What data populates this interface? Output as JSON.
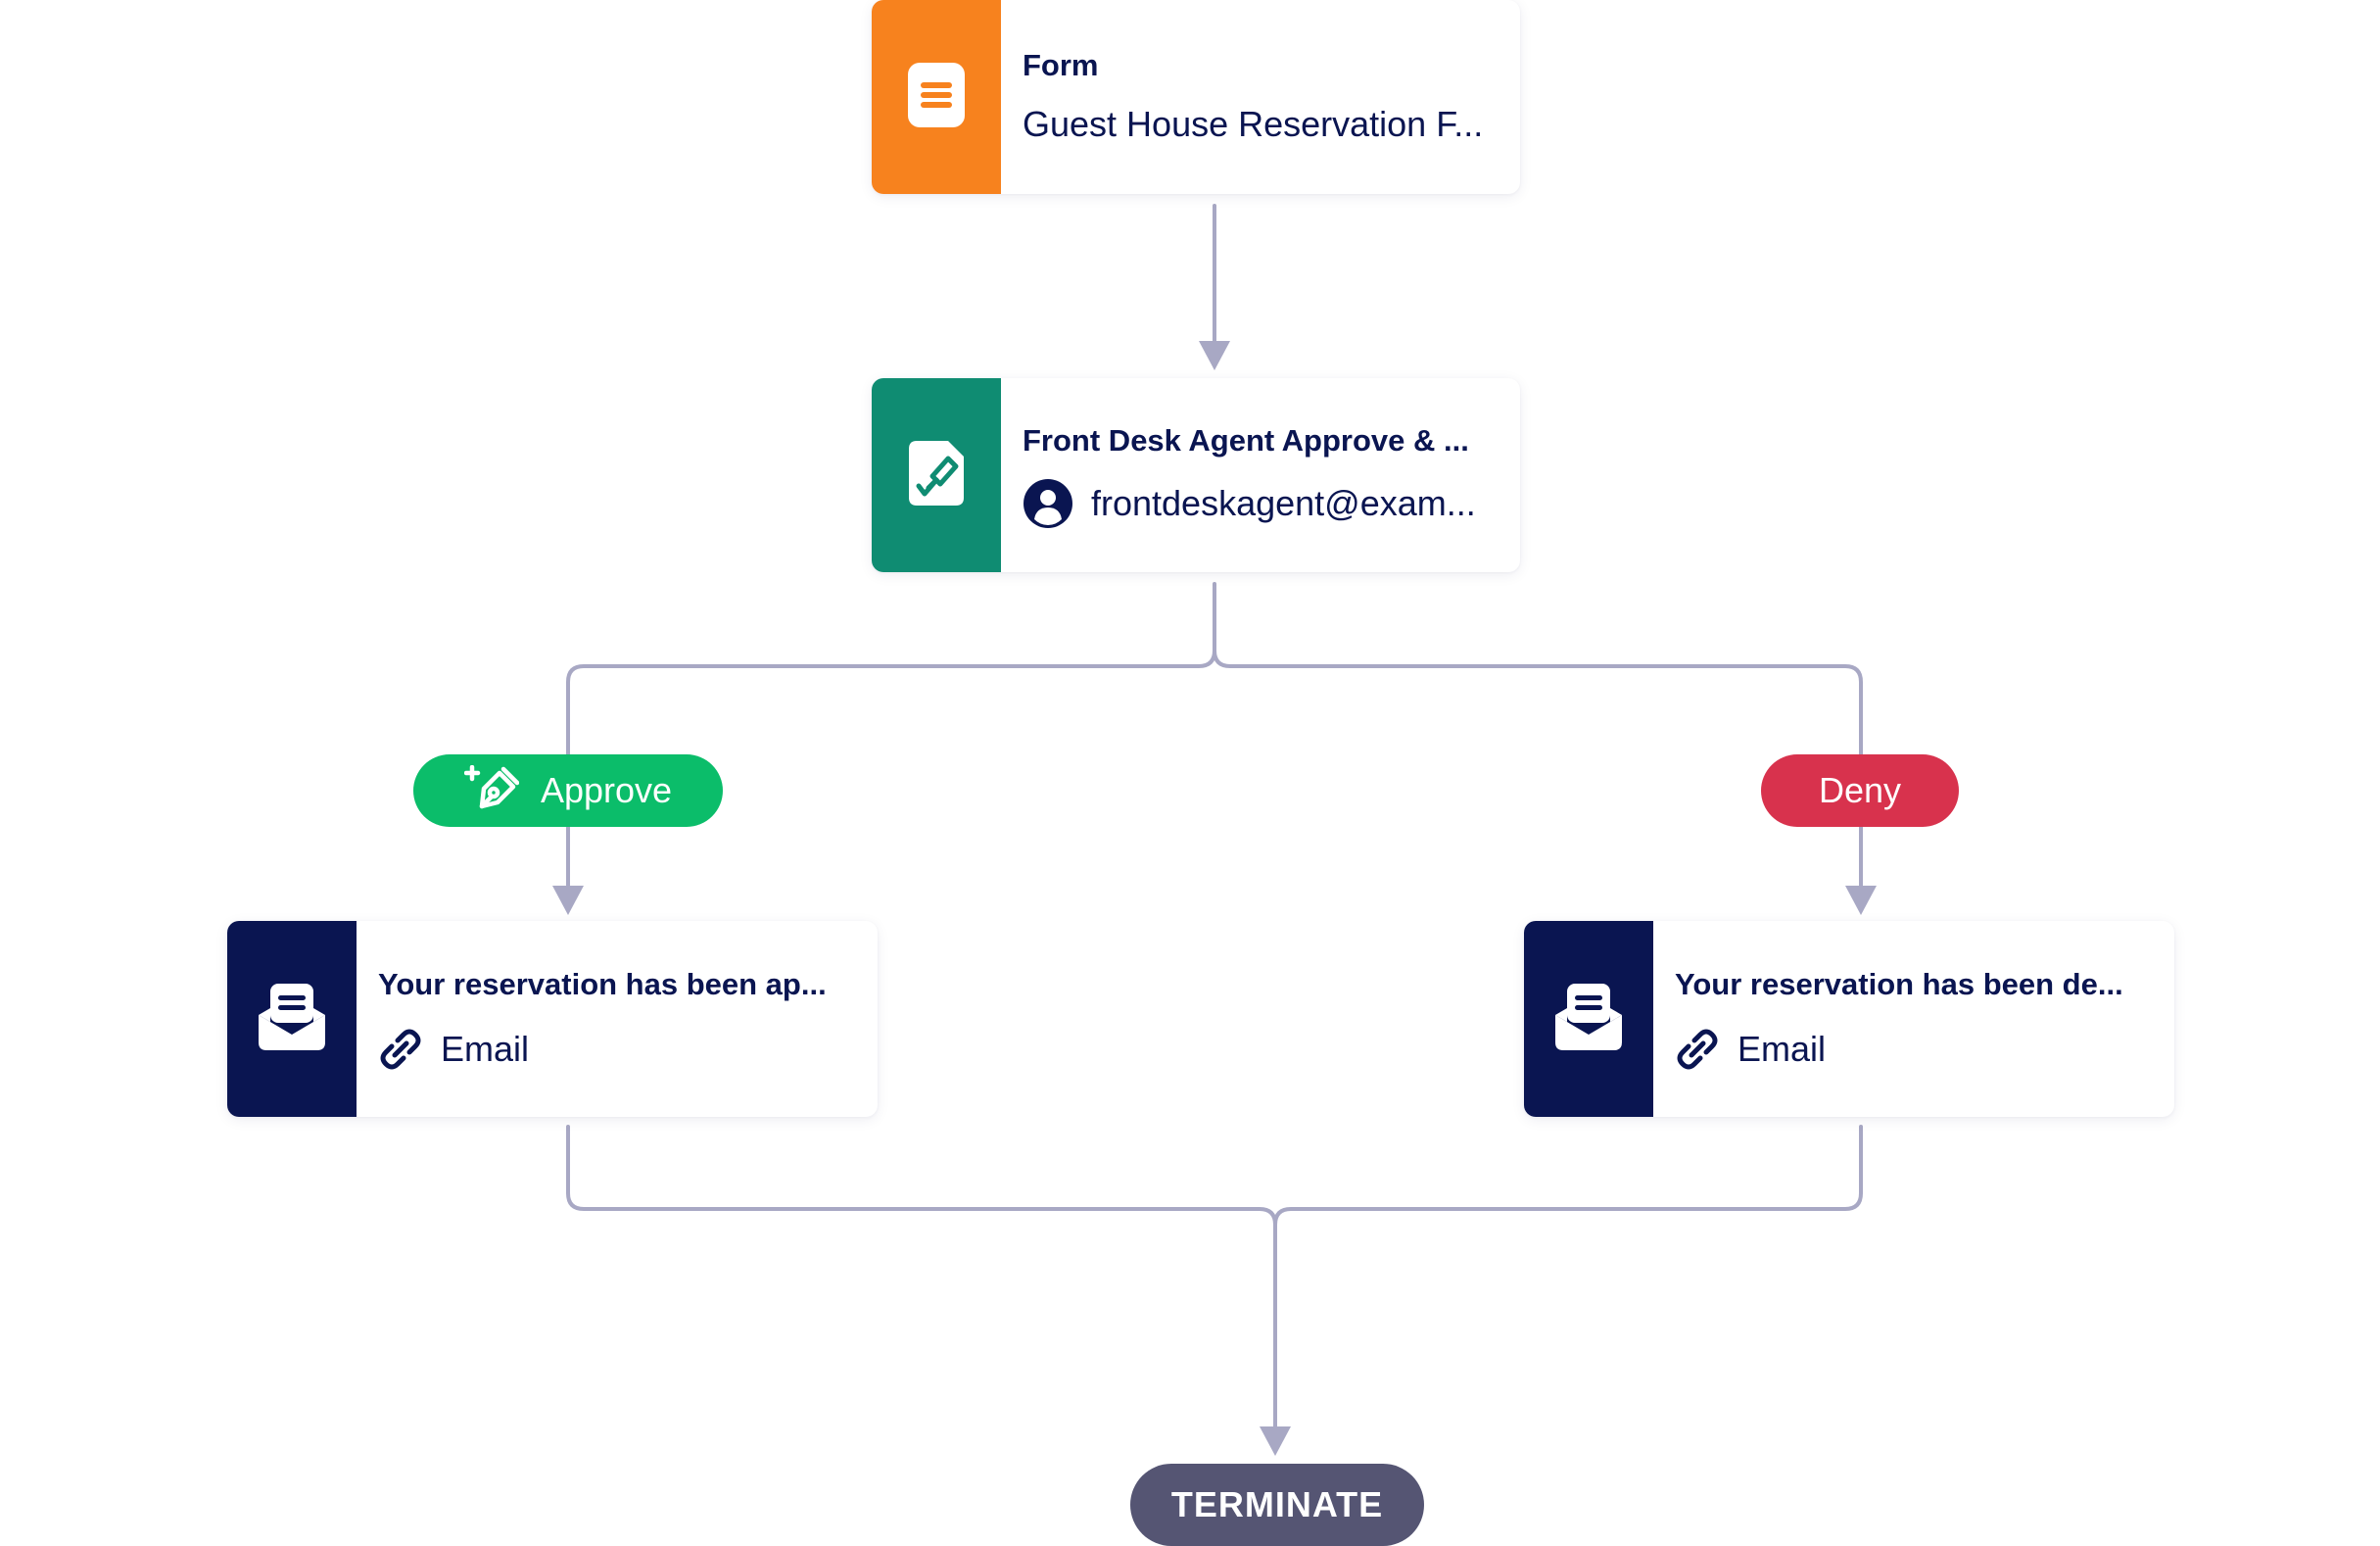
{
  "colors": {
    "form_accent": "#f7821e",
    "approval_accent": "#0f8c72",
    "email_accent": "#0a1551",
    "approve_pill": "#0bbd6a",
    "deny_pill": "#d8324d",
    "terminate_pill": "#555573",
    "connector": "#a8a8c4",
    "text": "#0a1551"
  },
  "nodes": {
    "form": {
      "icon": "form-document-icon",
      "title": "Form",
      "subtitle": "Guest House Reservation F..."
    },
    "approval": {
      "icon": "approval-sign-icon",
      "title": "Front Desk Agent Approve & ...",
      "assignee_icon": "user-avatar-icon",
      "assignee": "frontdeskagent@exam..."
    },
    "email_approved": {
      "icon": "envelope-icon",
      "title": "Your reservation has been ap...",
      "link_icon": "link-icon",
      "type": "Email"
    },
    "email_denied": {
      "icon": "envelope-icon",
      "title": "Your reservation has been de...",
      "link_icon": "link-icon",
      "type": "Email"
    }
  },
  "branches": {
    "approve": {
      "icon": "approve-pen-icon",
      "label": "Approve"
    },
    "deny": {
      "label": "Deny"
    }
  },
  "terminate": {
    "label": "TERMINATE"
  }
}
